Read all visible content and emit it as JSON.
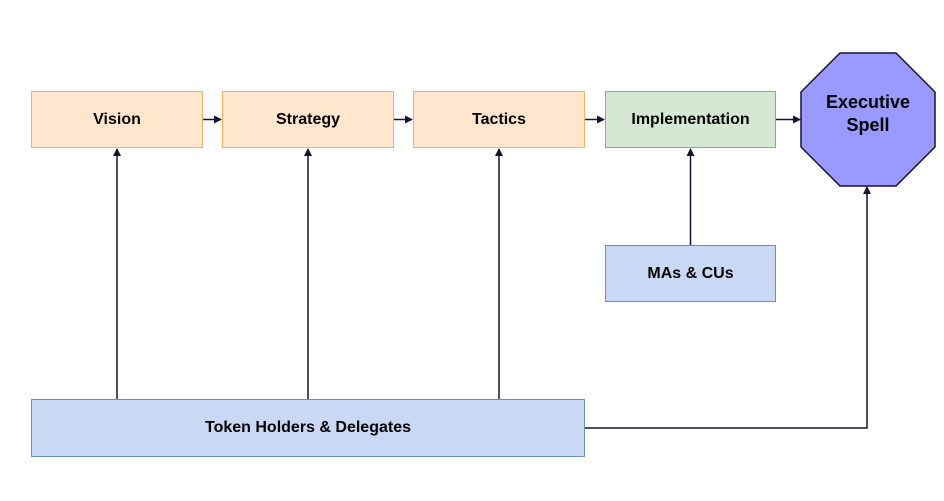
{
  "diagram": {
    "nodes": {
      "vision": "Vision",
      "strategy": "Strategy",
      "tactics": "Tactics",
      "implementation": "Implementation",
      "executive_spell_line1": "Executive",
      "executive_spell_line2": "Spell",
      "mas_cus": "MAs & CUs",
      "token_holders": "Token Holders & Delegates"
    },
    "edges": [
      {
        "from": "vision",
        "to": "strategy"
      },
      {
        "from": "strategy",
        "to": "tactics"
      },
      {
        "from": "tactics",
        "to": "implementation"
      },
      {
        "from": "implementation",
        "to": "executive_spell"
      },
      {
        "from": "mas_cus",
        "to": "implementation"
      },
      {
        "from": "token_holders",
        "to": "vision"
      },
      {
        "from": "token_holders",
        "to": "strategy"
      },
      {
        "from": "token_holders",
        "to": "tactics"
      },
      {
        "from": "token_holders",
        "to": "executive_spell"
      }
    ],
    "colors": {
      "orange_fill": "#ffe6cc",
      "green_fill": "#d5e8d4",
      "blue_fill": "#c9d9f5",
      "octagon_fill": "#9999ff",
      "arrow": "#1a1030"
    }
  }
}
